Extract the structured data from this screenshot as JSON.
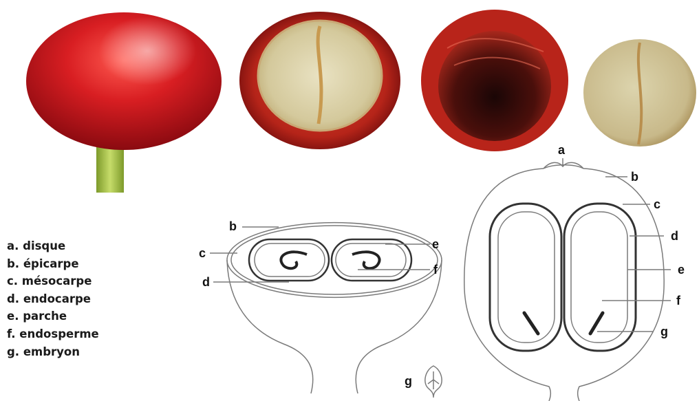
{
  "legend": [
    "a. disque",
    "b. épicarpe",
    "c. mésocarpe",
    "d. endocarpe",
    "e. parche",
    "f. endosperme",
    "g. embryon"
  ],
  "cross_section_labels": {
    "b": "b",
    "c": "c",
    "d": "d",
    "e": "e",
    "f": "f"
  },
  "longitudinal_labels": {
    "a": "a",
    "b": "b",
    "c": "c",
    "d": "d",
    "e": "e",
    "f": "f",
    "g": "g"
  },
  "embryo_label": "g",
  "colors": {
    "cherry_red": "#c8141a",
    "cherry_dark": "#7a0c0e",
    "bean_cream": "#d9cfa8",
    "pulp_red": "#b5261c",
    "stem_green": "#a7c24a",
    "drawing_line": "#7a7a7a",
    "drawing_bold": "#333333"
  },
  "photos": [
    {
      "name": "whole-cherry"
    },
    {
      "name": "cherry-cross-section"
    },
    {
      "name": "cherry-pulp-empty"
    },
    {
      "name": "green-bean"
    }
  ]
}
